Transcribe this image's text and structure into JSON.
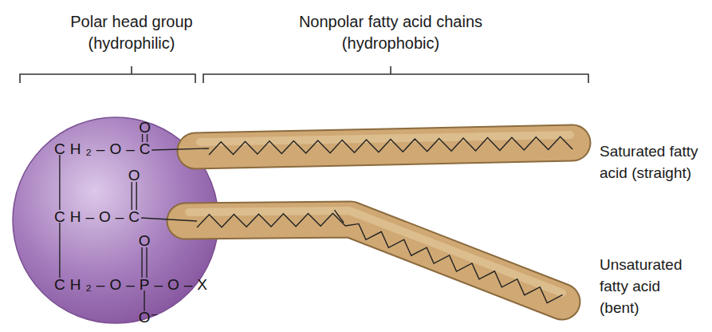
{
  "diagram": {
    "nodes": [
      {
        "text": [
          "O",
          "CH₂–O–C",
          "O",
          "CH–O–C",
          "O",
          "CH₂–O–P–O–X",
          "O⁻"
        ]
      }
    ],
    "labels": [
      "Polar head group (hydrophilic)",
      "Nonpolar fatty acid chains (hydrophobic)",
      "Saturated fatty acid (straight)",
      "Unsaturated fatty acid (bent)"
    ]
  }
}
